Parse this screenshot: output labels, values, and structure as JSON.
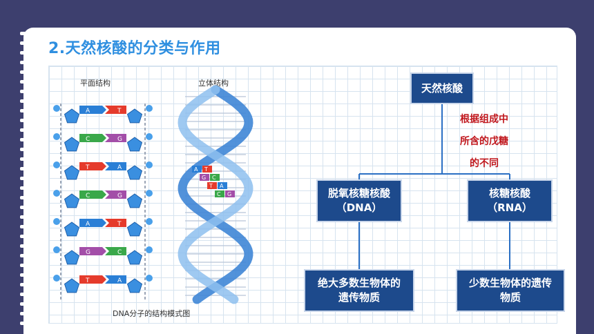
{
  "title": "2.天然核酸的分类与作用",
  "figure": {
    "planar_label": "平面结构",
    "stereo_label": "立体结构",
    "caption": "DNA分子的结构模式图",
    "base_pairs": [
      {
        "left": "A",
        "right": "T",
        "lcolor": "#2a7fd6",
        "rcolor": "#e53b2c"
      },
      {
        "left": "C",
        "right": "G",
        "lcolor": "#3aa84a",
        "rcolor": "#a34ea8"
      },
      {
        "left": "T",
        "right": "A",
        "lcolor": "#e53b2c",
        "rcolor": "#2a7fd6"
      },
      {
        "left": "C",
        "right": "G",
        "lcolor": "#3aa84a",
        "rcolor": "#a34ea8"
      },
      {
        "left": "A",
        "right": "T",
        "lcolor": "#2a7fd6",
        "rcolor": "#e53b2c"
      },
      {
        "left": "G",
        "right": "C",
        "lcolor": "#a34ea8",
        "rcolor": "#3aa84a"
      },
      {
        "left": "T",
        "right": "A",
        "lcolor": "#e53b2c",
        "rcolor": "#2a7fd6"
      }
    ],
    "helix_pairs": [
      {
        "left": "A",
        "right": "T"
      },
      {
        "left": "G",
        "right": "C"
      },
      {
        "left": "T",
        "right": "A"
      },
      {
        "left": "C",
        "right": "G"
      }
    ]
  },
  "diagram": {
    "root": "天然核酸",
    "criterion_lines": [
      "根据组成中",
      "所含的戊糖",
      "的不同"
    ],
    "dna_line1": "脱氧核糖核酸",
    "dna_line2": "（DNA）",
    "rna_line1": "核糖核酸",
    "rna_line2": "（RNA）",
    "dna_role_line1": "绝大多数生物体的",
    "dna_role_line2": "遗传物质",
    "rna_role_line1": "少数生物体的遗传",
    "rna_role_line2": "物质"
  },
  "colors": {
    "background": "#3d3f6e",
    "title": "#2f8fe0",
    "box": "#1d4a8c",
    "connector": "#2a6fc4",
    "criterion": "#c0171d"
  }
}
